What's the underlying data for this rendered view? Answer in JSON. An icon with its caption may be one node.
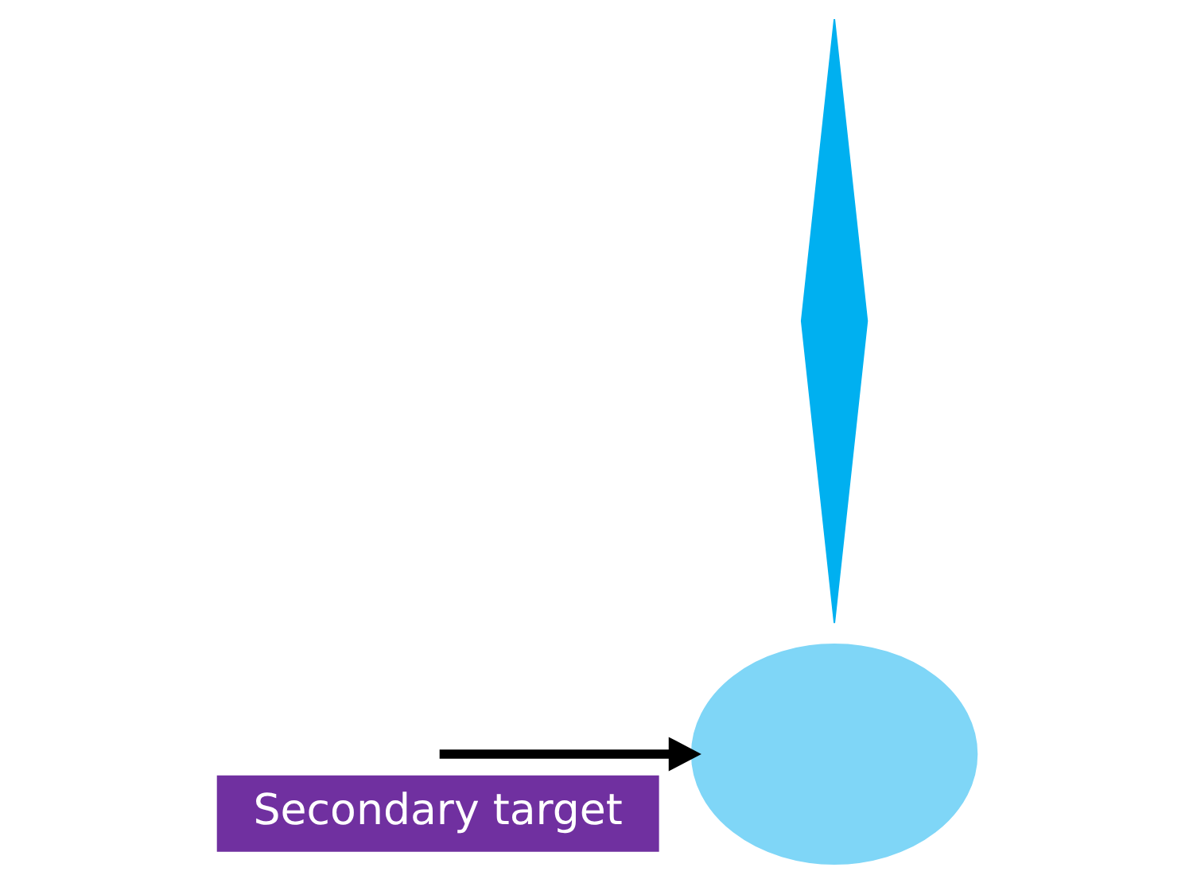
{
  "diagram": {
    "nodes": [
      {
        "text": [
          "Secondary target"
        ]
      },
      {
        "text": [],
        "shape": "ellipse"
      },
      {
        "text": [],
        "shape": "bar"
      }
    ],
    "edges": [
      {
        "from": null,
        "to": 1,
        "arrow": "to"
      }
    ]
  }
}
